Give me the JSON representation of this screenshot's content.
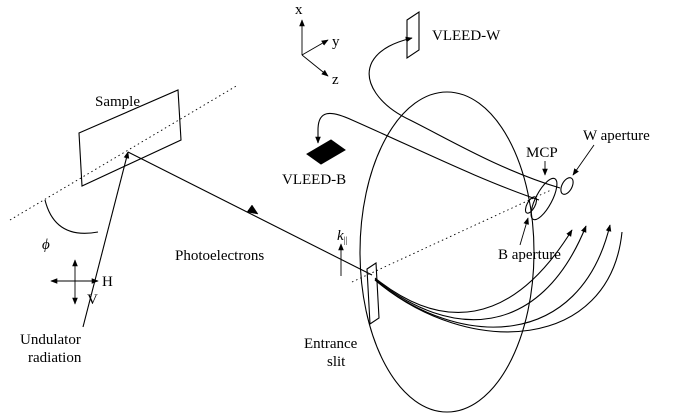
{
  "axes": {
    "x": "x",
    "y": "y",
    "z": "z"
  },
  "labels": {
    "vleed_w": "VLEED-W",
    "vleed_b": "VLEED-B",
    "sample": "Sample",
    "mcp": "MCP",
    "w_aperture": "W aperture",
    "b_aperture": "B aperture",
    "photoelectrons": "Photoelectrons",
    "k_parallel": "k",
    "k_parallel_sub": "||",
    "phi": "ϕ",
    "h": "H",
    "v": "V",
    "undulator_line1": "Undulator",
    "undulator_line2": "radiation",
    "entrance_line1": "Entrance",
    "entrance_line2": "slit"
  }
}
